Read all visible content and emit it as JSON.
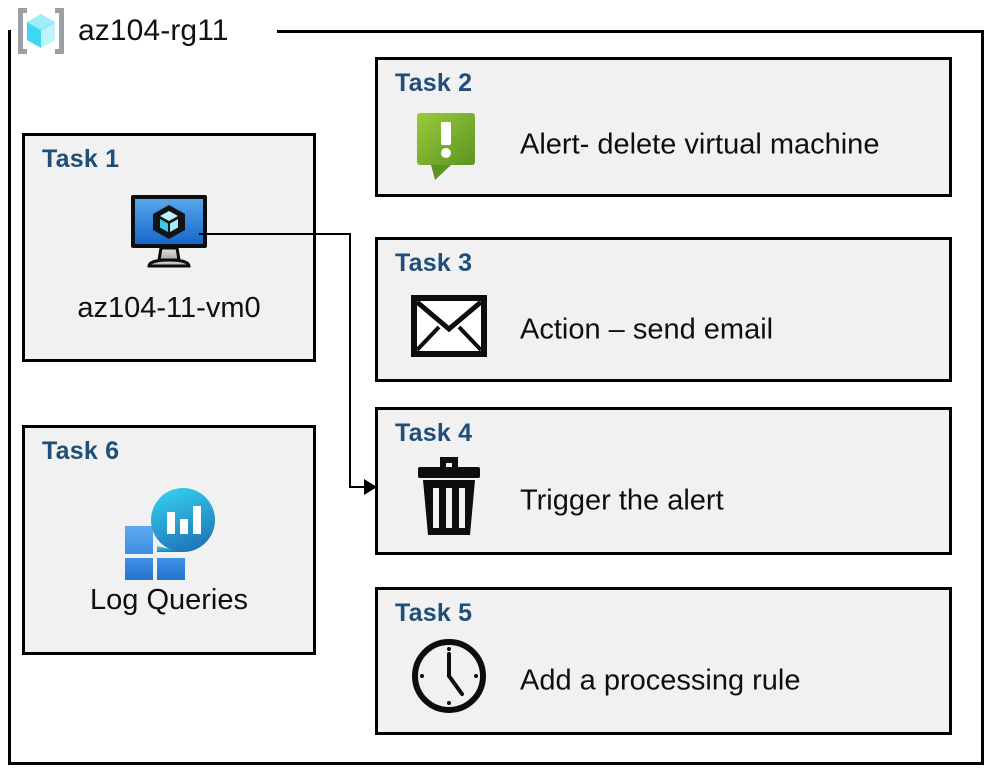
{
  "resource_group": {
    "icon": "azure-resource-group-cube-icon",
    "title": "az104-rg11"
  },
  "colors": {
    "task_heading": "#1F4E79",
    "box_fill": "#F1F1F1",
    "box_border": "#000000",
    "alert_green_light": "#8CC63E",
    "alert_green_dark": "#5E9624",
    "log_blue": "#2E8DE0",
    "log_cyan": "#31C8E8",
    "vm_screen_blue": "#2F87DC",
    "rg_cube_cyan": "#7FE3F5",
    "rg_bracket_gray": "#9AA0A6"
  },
  "tasks": [
    {
      "id": "task1",
      "label": "Task 1",
      "caption": "az104-11-vm0",
      "icon": "virtual-machine-monitor-icon",
      "column": "left"
    },
    {
      "id": "task2",
      "label": "Task 2",
      "caption": "Alert- delete virtual machine",
      "icon": "alert-callout-exclamation-icon",
      "column": "right"
    },
    {
      "id": "task3",
      "label": "Task 3",
      "caption": "Action – send email",
      "icon": "envelope-mail-icon",
      "column": "right"
    },
    {
      "id": "task4",
      "label": "Task 4",
      "caption": "Trigger the alert",
      "icon": "trash-can-delete-icon",
      "column": "right"
    },
    {
      "id": "task5",
      "label": "Task 5",
      "caption": "Add a processing rule",
      "icon": "clock-icon",
      "column": "right"
    },
    {
      "id": "task6",
      "label": "Task 6",
      "caption": "Log Queries",
      "icon": "log-analytics-icon",
      "column": "left"
    }
  ],
  "connector": {
    "from": "task1-vm-icon",
    "to": "task4-box",
    "arrow": "arrowhead-right-icon"
  }
}
